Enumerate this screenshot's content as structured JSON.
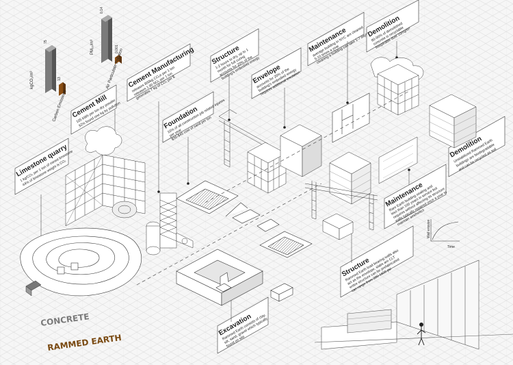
{
  "labels": {
    "limestone": {
      "title": "Limestone quarry",
      "lines": [
        "1 kg/CO₂ per 1 ton of mined limestone",
        "44% of limestone weight is CO₂"
      ]
    },
    "cement_mill": {
      "title": "Cement Mill",
      "lines": [
        "105 kWh per ton dry powder",
        "32% found one kg by pollution"
      ]
    },
    "cement_manufacturing": {
      "title": "Cement Manufacturing",
      "lines": [
        "releases 800kg CO₂e per 1 ton",
        "releases 1.90 NOₓ per 1 ton",
        "generates 7 kg of CO₂ per $"
      ]
    },
    "foundation": {
      "title": "Foundation",
      "lines": [
        "10% of all construction job related injuries",
        "per year",
        "$35-$45 cost of sand per ton"
      ]
    },
    "structure_top": {
      "title": "Structure",
      "lines": [
        "1-2 hours to dry, up to 1",
        "month for full curing",
        "accounts for 20% of the",
        "building's embodied energy"
      ]
    },
    "envelope": {
      "title": "Envelope",
      "lines": [
        "accounts for 20% of the",
        "building's embodied energy",
        "requires additional insulation"
      ]
    },
    "maintenance_top": {
      "title": "Maintenance",
      "lines": [
        "average building in NYC are cleaned",
        "5-10 times a year",
        "cleaning a building can take 1-7 days"
      ]
    },
    "demolition_top": {
      "title": "Demolition",
      "lines": [
        "80-90% of demolished",
        "concrete is recyclable",
        "Respirable dust 10mg/m³"
      ]
    },
    "demolition_right": {
      "title": "Demolition",
      "lines": [
        "Unstabilized Rammed Earth",
        "buildings are biodegradable",
        "and can be recycled as soil"
      ]
    },
    "maintenance_right": {
      "title": "Maintenance",
      "lines": [
        "Rare Earth building sealing and",
        "less than 100 years in service but",
        "requires without affecting its structure",
        "walls typically repaired once a year to",
        "maintain aesthetics"
      ]
    },
    "structure_bottom": {
      "title": "Structure",
      "lines": [
        "Rammed Earth load bearing walls also",
        "act as the envelope, slabs are CLT",
        "entire structure can be prefabricated",
        "can range from 300-1600 psi"
      ]
    },
    "excavation": {
      "title": "Excavation",
      "lines": [
        "Rammed Earth consists of clay,",
        "silt, sand, gravel which typically",
        "found on site"
      ]
    }
  },
  "chart_co2": {
    "ylabel": "kgCO₂/m³",
    "xlabel": "Carbon Emissions",
    "values": [
      75,
      13
    ]
  },
  "chart_pm": {
    "ylabel": "PM₁₀/m³",
    "xlabel": "Air Particulate Pollution",
    "values": [
      0.14,
      0.001
    ],
    "value_labels": [
      "0.14",
      "0.001"
    ]
  },
  "mini_chart": {
    "ylabel": "Wall erosion",
    "xlabel": "Time"
  },
  "legend": {
    "concrete": "CONCRETE",
    "rammed_earth": "RAMMED EARTH",
    "concrete_color": "#7a7a7a",
    "rammed_earth_color": "#7a4a12"
  }
}
